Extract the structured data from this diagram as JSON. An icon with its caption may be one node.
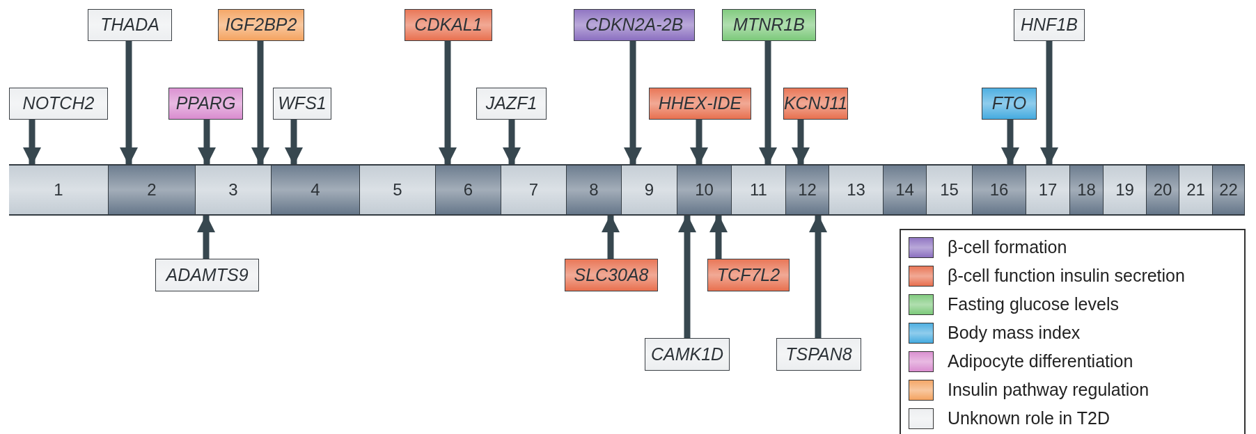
{
  "diagram": {
    "nodes": [
      {
        "text": [
          "THADA"
        ]
      },
      {
        "text": [
          "IGF2BP2"
        ]
      },
      {
        "text": [
          "CDKAL1"
        ]
      },
      {
        "text": [
          "CDKN2A-2B"
        ]
      },
      {
        "text": [
          "MTNR1B"
        ]
      },
      {
        "text": [
          "HNF1B"
        ]
      },
      {
        "text": [
          "NOTCH2"
        ]
      },
      {
        "text": [
          "PPARG"
        ]
      },
      {
        "text": [
          "WFS1"
        ]
      },
      {
        "text": [
          "JAZF1"
        ]
      },
      {
        "text": [
          "HHEX-IDE"
        ]
      },
      {
        "text": [
          "KCNJ11"
        ]
      },
      {
        "text": [
          "FTO"
        ]
      },
      {
        "text": [
          "1"
        ]
      },
      {
        "text": [
          "2"
        ]
      },
      {
        "text": [
          "3"
        ]
      },
      {
        "text": [
          "4"
        ]
      },
      {
        "text": [
          "5"
        ]
      },
      {
        "text": [
          "6"
        ]
      },
      {
        "text": [
          "7"
        ]
      },
      {
        "text": [
          "8"
        ]
      },
      {
        "text": [
          "9"
        ]
      },
      {
        "text": [
          "10"
        ]
      },
      {
        "text": [
          "11"
        ]
      },
      {
        "text": [
          "12"
        ]
      },
      {
        "text": [
          "13"
        ]
      },
      {
        "text": [
          "14"
        ]
      },
      {
        "text": [
          "15"
        ]
      },
      {
        "text": [
          "16"
        ]
      },
      {
        "text": [
          "17"
        ]
      },
      {
        "text": [
          "18"
        ]
      },
      {
        "text": [
          "19"
        ]
      },
      {
        "text": [
          "20"
        ]
      },
      {
        "text": [
          "21"
        ]
      },
      {
        "text": [
          "22"
        ]
      },
      {
        "text": [
          "ADAMTS9"
        ]
      },
      {
        "text": [
          "SLC30A8"
        ]
      },
      {
        "text": [
          "TCF7L2"
        ]
      },
      {
        "text": [
          "CAMK1D"
        ]
      },
      {
        "text": [
          "TSPAN8"
        ]
      }
    ],
    "edges": [
      {
        "from": 0,
        "to": 14,
        "arrow": "to"
      },
      {
        "from": 1,
        "to": 15,
        "arrow": "to"
      },
      {
        "from": 2,
        "to": 18,
        "arrow": "to"
      },
      {
        "from": 3,
        "to": 21,
        "arrow": "to"
      },
      {
        "from": 4,
        "to": 23,
        "arrow": "to"
      },
      {
        "from": 5,
        "to": 29,
        "arrow": "to"
      },
      {
        "from": 6,
        "to": 13,
        "arrow": "to"
      },
      {
        "from": 7,
        "to": 15,
        "arrow": "to"
      },
      {
        "from": 8,
        "to": 16,
        "arrow": "to"
      },
      {
        "from": 9,
        "to": 19,
        "arrow": "to"
      },
      {
        "from": 10,
        "to": 22,
        "arrow": "to"
      },
      {
        "from": 11,
        "to": 24,
        "arrow": "to"
      },
      {
        "from": 12,
        "to": 28,
        "arrow": "to"
      },
      {
        "from": 35,
        "to": 15,
        "arrow": "to"
      },
      {
        "from": 36,
        "to": 20,
        "arrow": "to"
      },
      {
        "from": 37,
        "to": 22,
        "arrow": "to"
      },
      {
        "from": 38,
        "to": 22,
        "arrow": "to"
      },
      {
        "from": 39,
        "to": 24,
        "arrow": "to"
      }
    ],
    "legend": [
      {
        "text": "β-cell formation",
        "color": "#8b6fc0"
      },
      {
        "text": "β-cell function insulin secretion",
        "color": "#e8704f"
      },
      {
        "text": "Fasting glucose levels",
        "color": "#7cc97a"
      },
      {
        "text": "Body mass index",
        "color": "#45abe0"
      },
      {
        "text": "Adipocyte differentiation",
        "color": "#d98ccf"
      },
      {
        "text": "Insulin pathway regulation",
        "color": "#f4a360"
      },
      {
        "text": "Unknown role in T2D",
        "color": "#eceef0"
      }
    ]
  }
}
